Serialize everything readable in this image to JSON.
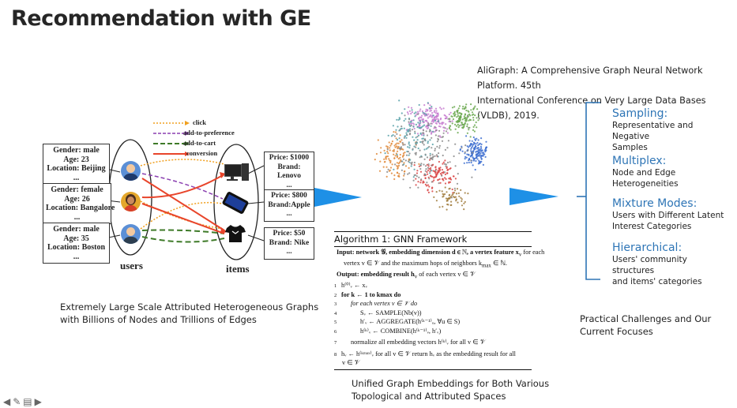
{
  "slide": {
    "title": "Recommendation with GE"
  },
  "reference": {
    "line1": "AliGraph: A Comprehensive Graph Neural Network Platform. 45th",
    "line2": "International Conference on Very Large Data Bases (VLDB), 2019."
  },
  "diagram": {
    "legend": [
      "click",
      "add-to-preference",
      "add-to-cart",
      "conversion"
    ],
    "legend_colors": [
      "#f0a020",
      "#8a3fb0",
      "#3e7a28",
      "#e8452b"
    ],
    "users": [
      {
        "gender": "Gender: male",
        "age": "Age: 23",
        "location": "Location: Beijing",
        "more": "..."
      },
      {
        "gender": "Gender: female",
        "age": "Age: 26",
        "location": "Location: Bangalore",
        "more": "..."
      },
      {
        "gender": "Gender: male",
        "age": "Age: 35",
        "location": "Location: Boston",
        "more": "..."
      }
    ],
    "items": [
      {
        "price": "Price: $1000",
        "brand": "Brand: Lenovo",
        "more": "..."
      },
      {
        "price": "Price: $800",
        "brand": "Brand:Apple",
        "more": "..."
      },
      {
        "price": "Price: $50",
        "brand": "Brand: Nike",
        "more": "..."
      }
    ],
    "users_label": "users",
    "items_label": "items"
  },
  "captions": {
    "left_line1": "Extremely Large Scale Attributed Heterogeneous Graphs",
    "left_line2": "with Billions of Nodes and Trillions of Edges",
    "center_line1": "Unified Graph Embeddings for Both Various",
    "center_line2": "Topological and Attributed Spaces",
    "right_line1": "Practical Challenges and Our",
    "right_line2": "Current Focuses"
  },
  "algorithm": {
    "title": "Algorithm 1: GNN Framework",
    "input1": "Input: network 𝒢, embedding dimension d ∈ ℕ, a vertex feature x",
    "input1b": " for each",
    "input2": "vertex v ∈ 𝒱 and the maximum hops of neighbors k",
    "input2b": " ∈ ℕ.",
    "output": "Output: embedding result h",
    "outputb": " of each vertex v ∈ 𝒱",
    "steps": [
      {
        "n": "1",
        "text": "h⁽⁰⁾ᵥ ← xᵥ"
      },
      {
        "n": "2",
        "text": "for k ← 1 to kmax do"
      },
      {
        "n": "3",
        "text": "for each vertex v ∈ 𝒱 do"
      },
      {
        "n": "4",
        "text": "Sᵥ ← SAMPLE(Nb(v))"
      },
      {
        "n": "5",
        "text": "h′ᵥ ← AGGREGATE(h⁽ᵏ⁻¹⁾ᵤ, ∀u ∈ S)"
      },
      {
        "n": "6",
        "text": "h⁽ᵏ⁾ᵥ ← COMBINE(h⁽ᵏ⁻¹⁾ᵥ, h′ᵥ)"
      },
      {
        "n": "7",
        "text": "normalize all embedding vectors h⁽ᵏ⁾ᵥ for all v ∈ 𝒱"
      },
      {
        "n": "8",
        "text": "hᵥ ← h⁽ᵏᵐᵃˣ⁾ᵥ for all v ∈ 𝒱 return hᵥ as the embedding result for all"
      },
      {
        "n": "",
        "text": "v ∈ 𝒱"
      }
    ]
  },
  "challenges": [
    {
      "head": "Sampling:",
      "desc1": "Representative and Negative",
      "desc2": "Samples"
    },
    {
      "head": "Multiplex:",
      "desc1": "Node and Edge",
      "desc2": "Heterogeneities"
    },
    {
      "head": "Mixture Modes:",
      "desc1": "Users with Different Latent",
      "desc2": "Interest Categories"
    },
    {
      "head": "Hierarchical:",
      "desc1": "Users' community structures",
      "desc2": "and items' categories"
    }
  ],
  "colors": {
    "accent_blue": "#2e75b6",
    "arrow_blue": "#1e90e6"
  },
  "toolbar_icons": [
    "arrow-left-icon",
    "pen-icon",
    "slides-icon",
    "arrow-right-icon"
  ]
}
